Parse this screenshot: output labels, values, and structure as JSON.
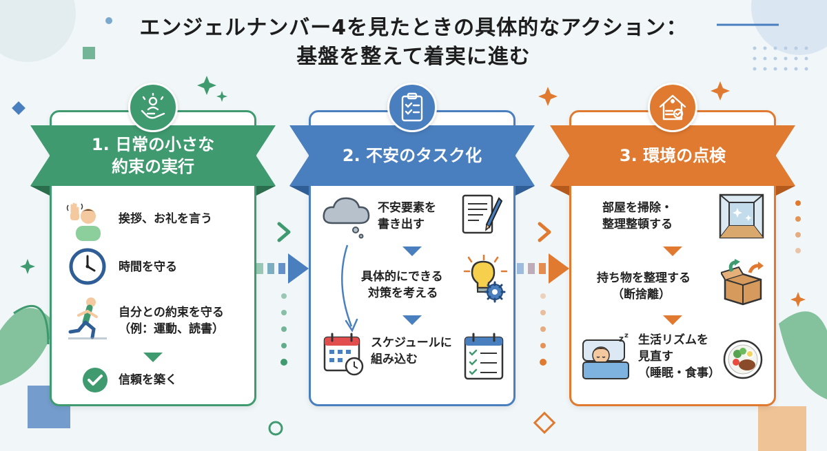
{
  "title": {
    "line1": "エンジェルナンバー4を見たときの具体的なアクション：",
    "line2": "基盤を整えて着実に進む"
  },
  "colors": {
    "green": "#3f9a6f",
    "blue": "#4a7fbf",
    "orange": "#e07a30"
  },
  "columns": [
    {
      "heading_line1": "1. 日常の小さな",
      "heading_line2": "約束の実行",
      "badge_icon": "hand-person-icon",
      "items": [
        {
          "line1": "挨拶、お礼を言う",
          "line2": "",
          "icon": "waving-person-icon"
        },
        {
          "line1": "時間を守る",
          "line2": "",
          "icon": "clock-icon"
        },
        {
          "line1": "自分との約束を守る",
          "line2": "（例：運動、読書）",
          "icon": "running-person-icon"
        },
        {
          "line1": "信頼を築く",
          "line2": "",
          "icon": "check-circle-icon"
        }
      ]
    },
    {
      "heading_line1": "2. 不安のタスク化",
      "heading_line2": "",
      "badge_icon": "clipboard-checklist-icon",
      "items": [
        {
          "line1": "不安要素を",
          "line2": "書き出す",
          "icon": "cloud-icon",
          "icon2": "paper-pen-icon"
        },
        {
          "line1": "具体的にできる",
          "line2": "対策を考える",
          "icon": "lightbulb-gear-icon"
        },
        {
          "line1": "スケジュールに",
          "line2": "組み込む",
          "icon": "calendar-clock-icon",
          "icon2": "calendar-checklist-icon"
        }
      ]
    },
    {
      "heading_line1": "3. 環境の点検",
      "heading_line2": "",
      "badge_icon": "house-check-icon",
      "items": [
        {
          "line1": "部屋を掃除・",
          "line2": "整理整頓する",
          "icon": "clean-room-icon"
        },
        {
          "line1": "持ち物を整理する",
          "line2": "（断捨離）",
          "icon": "box-arrows-icon"
        },
        {
          "line1": "生活リズムを",
          "line2": "見直す",
          "line3": "（睡眠・食事）",
          "icon": "sleeping-person-icon",
          "icon2": "meal-plate-icon"
        }
      ]
    }
  ]
}
